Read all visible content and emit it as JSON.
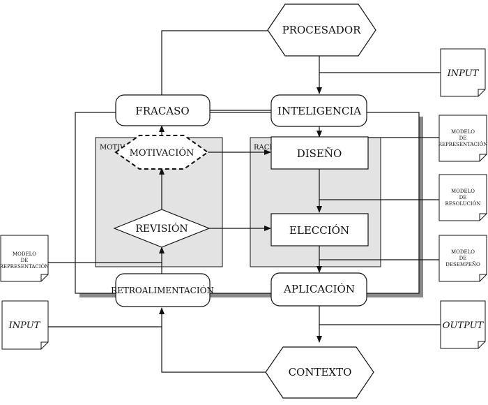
{
  "nodes": {
    "procesador": "PROCESADOR",
    "fracaso": "FRACASO",
    "inteligencia": "INTELIGENCIA",
    "motivacion": "MOTIVACIÓN",
    "revision": "REVISIÓN",
    "diseno": "DISEÑO",
    "eleccion": "ELECCIÓN",
    "retroalimentacion": "RETROALIMENTACIÓN",
    "aplicacion": "APLICACIÓN",
    "contexto": "CONTEXTO"
  },
  "regions": {
    "motivacion": "MOTIVACIÓN",
    "racionalidad": "RACIONALIDAD"
  },
  "documents": {
    "input_top": "INPUT",
    "modelo_representacion_right": [
      "MODELO",
      "DE",
      "REPRESENTACIÓN"
    ],
    "modelo_resolucion": [
      "MODELO",
      "DE",
      "RESOLUCIÓN"
    ],
    "modelo_desempeno": [
      "MODELO",
      "DE",
      "DESEMPEÑO"
    ],
    "output": "OUTPUT",
    "modelo_representacion_left": [
      "MODELO",
      "DE",
      "REPRESENTACIÓN"
    ],
    "input_bottom": "INPUT"
  }
}
